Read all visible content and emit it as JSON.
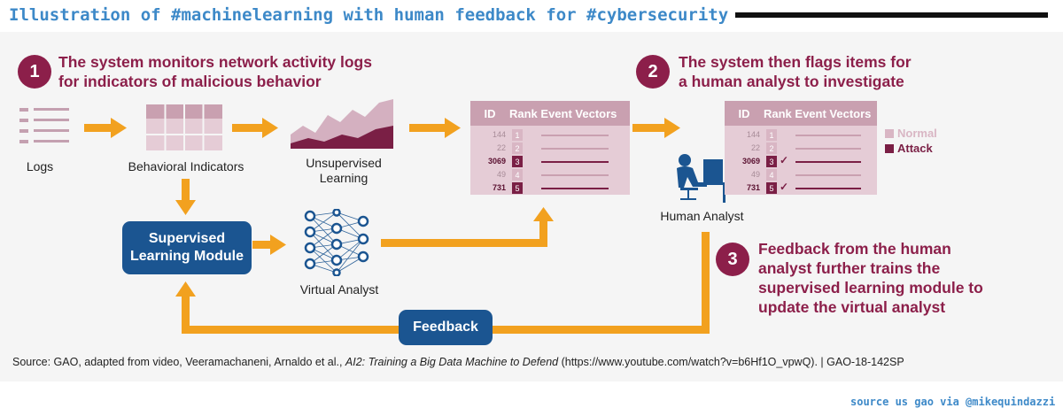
{
  "title": "Illustration of #machinelearning with human feedback for #cybersecurity",
  "steps": [
    {
      "number": "1",
      "line1": "The system monitors network activity logs",
      "line2": "for indicators of malicious behavior"
    },
    {
      "number": "2",
      "line1": "The system then flags items for",
      "line2": "a human analyst to investigate"
    },
    {
      "number": "3",
      "line1": "Feedback from the human",
      "line2": "analyst further trains the",
      "line3": "supervised learning module to",
      "line4": "update the virtual analyst"
    }
  ],
  "nodes": {
    "logs": "Logs",
    "behavioral": "Behavioral Indicators",
    "unsupervised_1": "Unsupervised",
    "unsupervised_2": "Learning",
    "supervised_1": "Supervised",
    "supervised_2": "Learning Module",
    "virtual_analyst": "Virtual Analyst",
    "human_analyst": "Human Analyst",
    "feedback": "Feedback"
  },
  "table": {
    "col_id": "ID",
    "col_rank": "Rank Event Vectors",
    "rows": [
      {
        "id": "144",
        "rank": "1",
        "attack": false
      },
      {
        "id": "22",
        "rank": "2",
        "attack": false
      },
      {
        "id": "3069",
        "rank": "3",
        "attack": true
      },
      {
        "id": "49",
        "rank": "4",
        "attack": false
      },
      {
        "id": "731",
        "rank": "5",
        "attack": true
      }
    ]
  },
  "legend": {
    "normal": "Normal",
    "attack": "Attack"
  },
  "check_mark": "✓",
  "source": {
    "prefix": "Source: GAO, adapted from video, Veeramachaneni, Arnaldo et al., ",
    "italic": "AI2: Training a Big Data Machine to Defend",
    "suffix": " (https://www.youtube.com/watch?v=b6Hf1O_vpwQ).  |  GAO-18-142SP"
  },
  "credit": "source us gao via @mikequindazzi",
  "colors": {
    "accent": "#8c1f4a",
    "arrow": "#f2a11f",
    "blue_box": "#1b5591",
    "normal": "#d9b6c4",
    "attack": "#7a1f45",
    "title": "#3d89c8"
  }
}
